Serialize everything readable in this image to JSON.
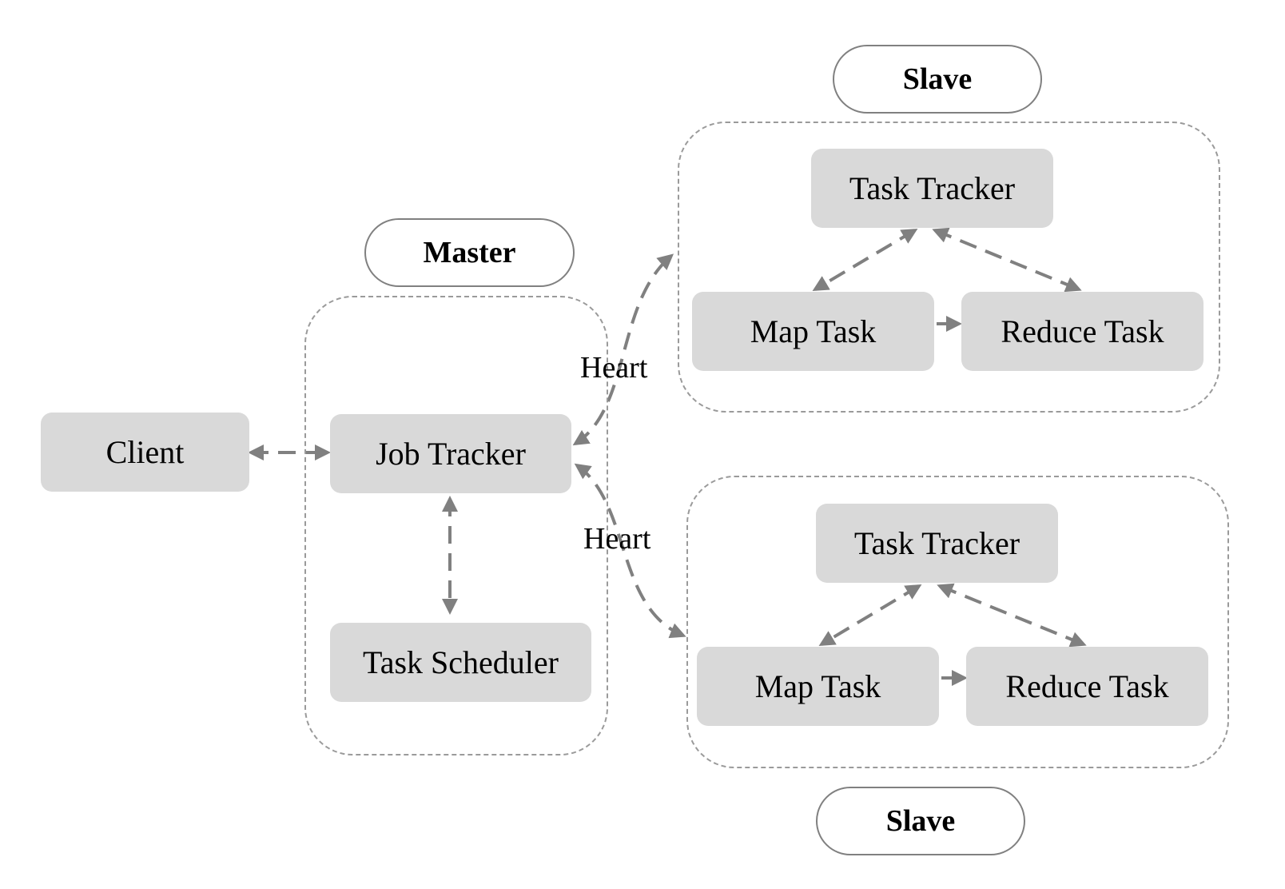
{
  "master": {
    "title": "Master",
    "job_tracker": "Job Tracker",
    "task_scheduler": "Task Scheduler"
  },
  "client": "Client",
  "slave_top": {
    "title": "Slave",
    "task_tracker": "Task Tracker",
    "map_task": "Map Task",
    "reduce_task": "Reduce Task"
  },
  "slave_bottom": {
    "title": "Slave",
    "task_tracker": "Task Tracker",
    "map_task": "Map Task",
    "reduce_task": "Reduce Task"
  },
  "edges": {
    "heartbeat_top": "Heart",
    "heartbeat_bottom": "Heart"
  },
  "colors": {
    "node_fill": "#d9d9d9",
    "connector": "#808080",
    "group_border": "#9a9a9a"
  }
}
